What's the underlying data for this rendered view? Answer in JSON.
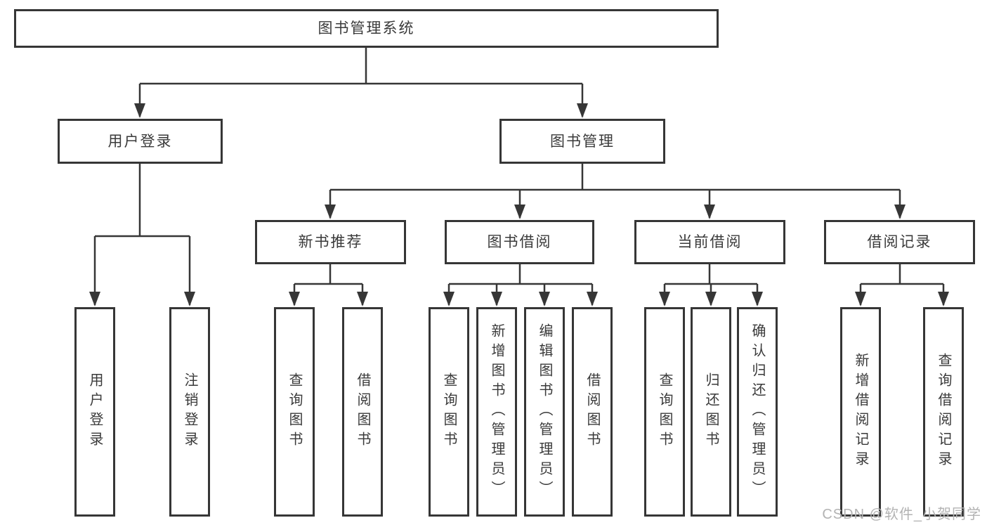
{
  "colors": {
    "line": "#363636",
    "box_border": "#363636",
    "text": "#3a3a3a",
    "background": "#ffffff",
    "watermark": "#b3b3b3"
  },
  "tree": {
    "root": {
      "label": "图书管理系统"
    },
    "branches": [
      {
        "label": "用户登录",
        "leaves": [
          {
            "label": "用户登录"
          },
          {
            "label": "注销登录"
          }
        ]
      },
      {
        "label": "图书管理",
        "groups": [
          {
            "label": "新书推荐",
            "leaves": [
              {
                "label": "查询图书"
              },
              {
                "label": "借阅图书"
              }
            ]
          },
          {
            "label": "图书借阅",
            "leaves": [
              {
                "label": "查询图书"
              },
              {
                "label": "新增图书（管理员）"
              },
              {
                "label": "编辑图书（管理员）"
              },
              {
                "label": "借阅图书"
              }
            ]
          },
          {
            "label": "当前借阅",
            "leaves": [
              {
                "label": "查询图书"
              },
              {
                "label": "归还图书"
              },
              {
                "label": "确认归还（管理员）"
              }
            ]
          },
          {
            "label": "借阅记录",
            "leaves": [
              {
                "label": "新增借阅记录"
              },
              {
                "label": "查询借阅记录"
              }
            ]
          }
        ]
      }
    ]
  },
  "watermark": {
    "text": "CSDN @软件_小贺同学"
  }
}
